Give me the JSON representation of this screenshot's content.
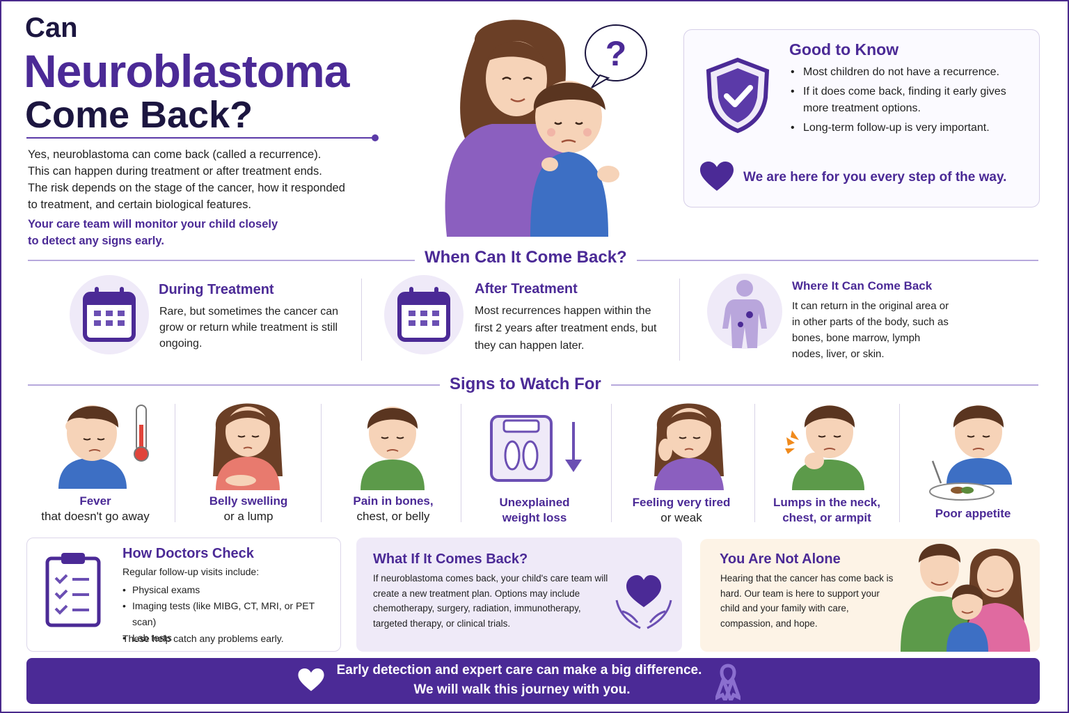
{
  "header": {
    "title_line1": "Can",
    "title_line2": "Neuroblastoma",
    "title_line3": "Come Back?",
    "intro_lines": [
      "Yes, neuroblastoma can come back (called a recurrence).",
      "This can happen during treatment or after treatment ends.",
      "The risk depends on the stage of the cancer, how it responded",
      "to treatment, and certain biological features."
    ],
    "intro_emphasis_lines": [
      "Your care team will monitor your child closely",
      "to detect any signs early."
    ],
    "question_mark": "?"
  },
  "good_to_know": {
    "title": "Good to Know",
    "items": [
      "Most children do not have a recurrence.",
      "If it does come back, finding it early gives more treatment options.",
      "Long-term follow-up is very important."
    ],
    "support_line": "We are here for you every step of the way."
  },
  "when": {
    "heading": "When Can It Come Back?",
    "cards": [
      {
        "title": "During Treatment",
        "text": "Rare, but sometimes the cancer can grow or return while treatment is still ongoing.",
        "icon": "calendar-icon"
      },
      {
        "title": "After Treatment",
        "text": "Most recurrences happen within the first 2 years after treatment ends, but they can happen later.",
        "icon": "calendar-icon"
      },
      {
        "title": "Where It Can Come Back",
        "text": "It can return in the original area or in other parts of the body, such as bones, bone marrow, lymph nodes, liver, or skin.",
        "icon": "body-icon"
      }
    ]
  },
  "signs": {
    "heading": "Signs to Watch For",
    "items": [
      {
        "bold": "Fever",
        "rest": "that doesn't go away",
        "icon": "thermometer-icon"
      },
      {
        "bold": "Belly swelling",
        "rest": "or a lump",
        "icon": "belly-icon"
      },
      {
        "bold": "Pain in bones,",
        "rest": "chest, or belly",
        "icon": "pain-icon"
      },
      {
        "bold": "Unexplained weight loss",
        "rest": "",
        "icon": "scale-icon"
      },
      {
        "bold": "Feeling very tired",
        "rest": "or weak",
        "icon": "tired-icon"
      },
      {
        "bold": "Lumps in the neck, chest, or armpit",
        "rest": "",
        "icon": "lump-icon"
      },
      {
        "bold": "Poor appetite",
        "rest": "",
        "icon": "plate-icon"
      }
    ]
  },
  "doctors": {
    "title": "How Doctors Check",
    "intro": "Regular follow-up visits include:",
    "items": [
      "Physical exams",
      "Imaging tests (like MIBG, CT, MRI, or PET scan)",
      "Lab tests"
    ],
    "outro": "These help catch any problems early."
  },
  "what_if": {
    "title": "What If It Comes Back?",
    "text": "If neuroblastoma comes back, your child's care team will create a new treatment plan. Options may include chemotherapy, surgery, radiation, immunotherapy, targeted therapy, or clinical trials."
  },
  "not_alone": {
    "title": "You Are Not Alone",
    "text": "Hearing that the cancer has come back is hard. Our team is here to support your child and your family with care, compassion, and hope."
  },
  "banner": {
    "line1": "Early detection and expert care can make a big difference.",
    "line2": "We will walk this journey with you."
  },
  "colors": {
    "brand_purple": "#4b2a96",
    "navy": "#1c1640",
    "light_lavender": "#efeaf8",
    "cream": "#fdf3e6"
  }
}
